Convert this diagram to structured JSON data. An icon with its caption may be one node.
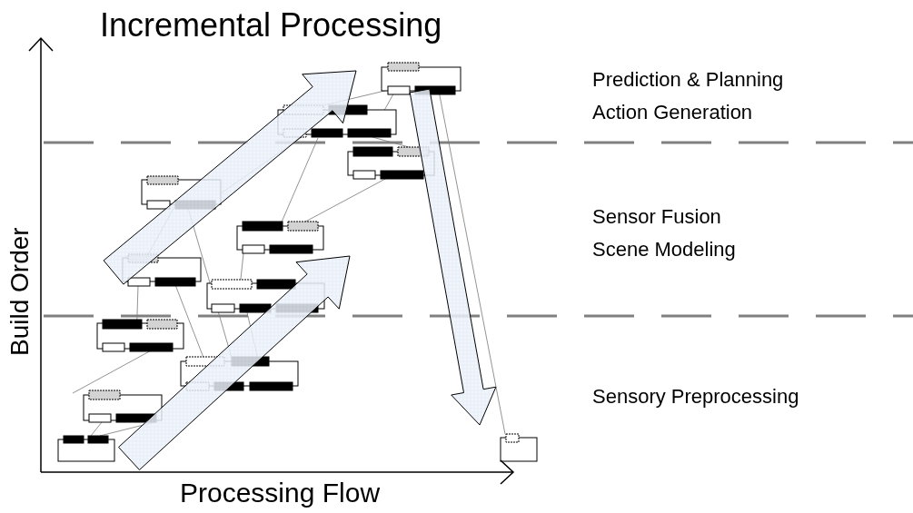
{
  "diagram": {
    "title": "Incremental Processing",
    "labels": [
      "Prediction & Planning",
      "Action Generation",
      "Sensor Fusion",
      "Scene Modeling",
      "Sensory Preprocessing",
      "Build Order",
      "Processing Flow"
    ]
  }
}
